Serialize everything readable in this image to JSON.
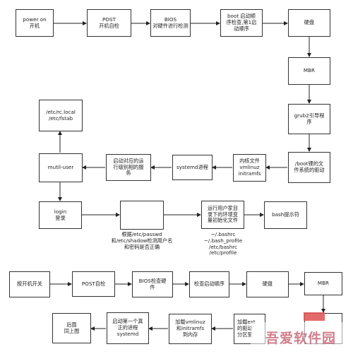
{
  "diagram1": {
    "power_on": "power on\n开机",
    "post": "POST\n开机自检",
    "bios": "BIOS\n对硬件进行检测",
    "boot_order": "boot 启动顺\n序检查,第1启\n动顺序",
    "disk": "硬盘",
    "mbr": "MBR",
    "grub2": "grub2引导程\n序",
    "boot_dir": "/boot锂的文\n件系统的驱动",
    "kernel": "内核文件\nvmlinuz\ninitramfs",
    "systemd": "systemd进程",
    "run_level": "启动对应的运\n行级别相的服\n务",
    "mutil_user": "mutil-user",
    "rc_local": "/etc/rc.local\n/etc/fstab",
    "login": "login\n登录",
    "auth_note": "根据/etc/passwd\n和/etc/shadow检测用户名\n和密码是否正确",
    "run_env": "运行用户家目\n录下的环境变\n量初始化文件",
    "env_files": "~/.bashrc\n~/.bash_profile\n/etc/bashrc\n/etc/profile",
    "bash_prompt": "bash提示符"
  },
  "diagram2": {
    "power_switch": "按开机开关",
    "post": "POST自检",
    "bios_check": "BIOS检查硬\n件",
    "check_boot": "检查启动顺序",
    "disk": "硬盘",
    "mbr": "MBR",
    "load_ext": "加载ext\n的驱动\n分区里",
    "load_vmlinuz": "加载vmlinuz\n和initramfs\n到内存",
    "first_process": "启动第一个真\n正的进程\nsystemd",
    "same_as_above": "后面\n同上图"
  },
  "watermark": "吾爱软件园"
}
